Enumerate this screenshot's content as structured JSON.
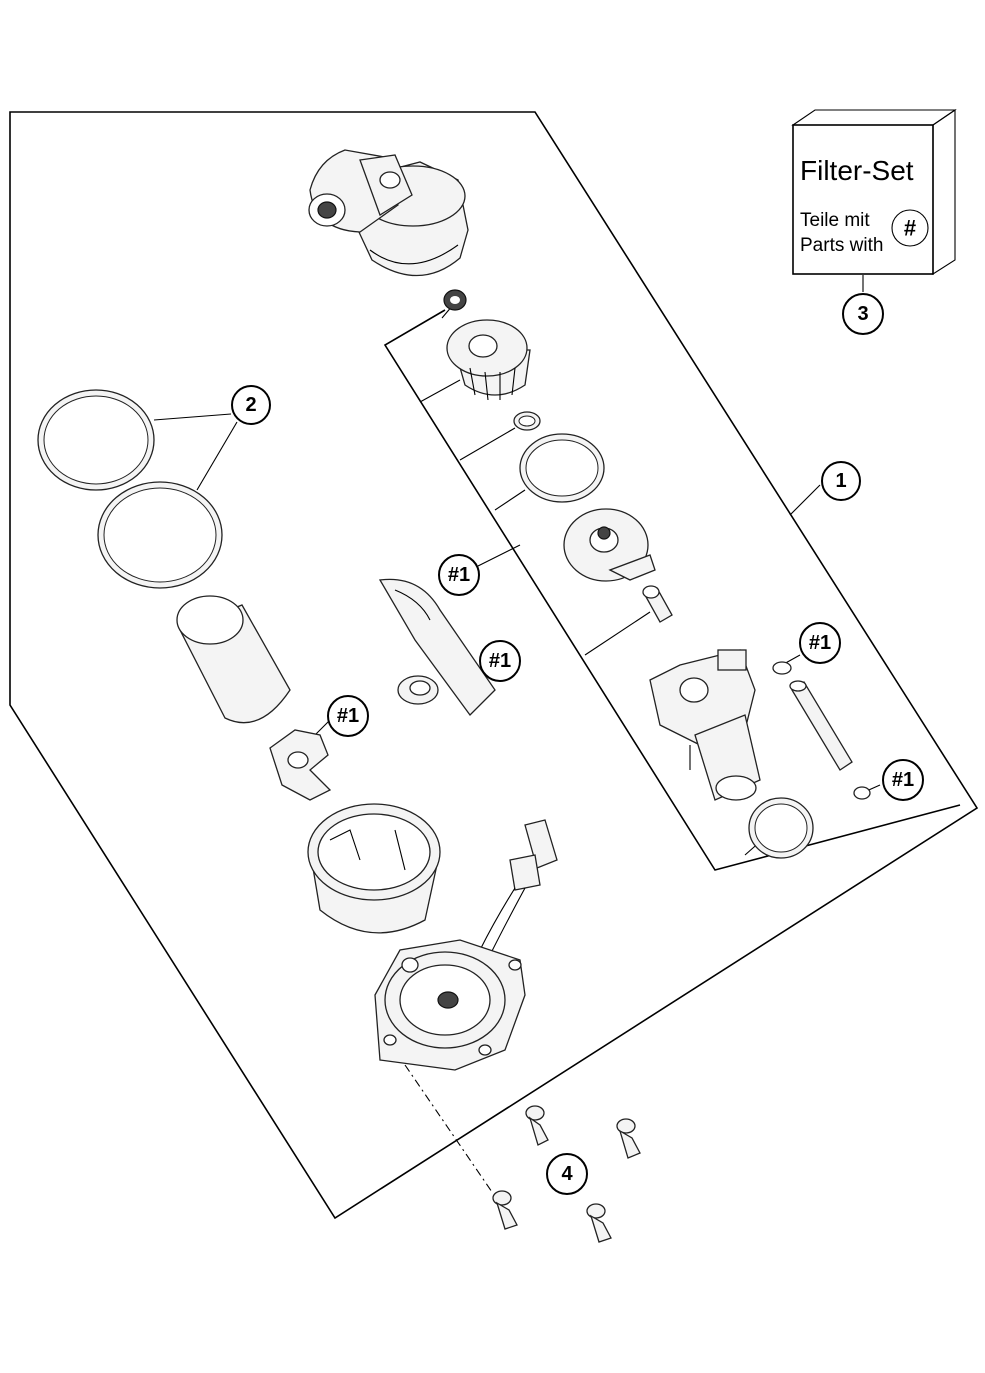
{
  "filter_set": {
    "title": "Filter-Set",
    "line1": "Teile mit",
    "line2": "Parts with",
    "symbol": "#"
  },
  "callouts": {
    "c1": "1",
    "c2": "2",
    "c3": "3",
    "c4": "4",
    "h1a": "#1",
    "h1b": "#1",
    "h1c": "#1",
    "h1d": "#1",
    "h1e": "#1"
  }
}
